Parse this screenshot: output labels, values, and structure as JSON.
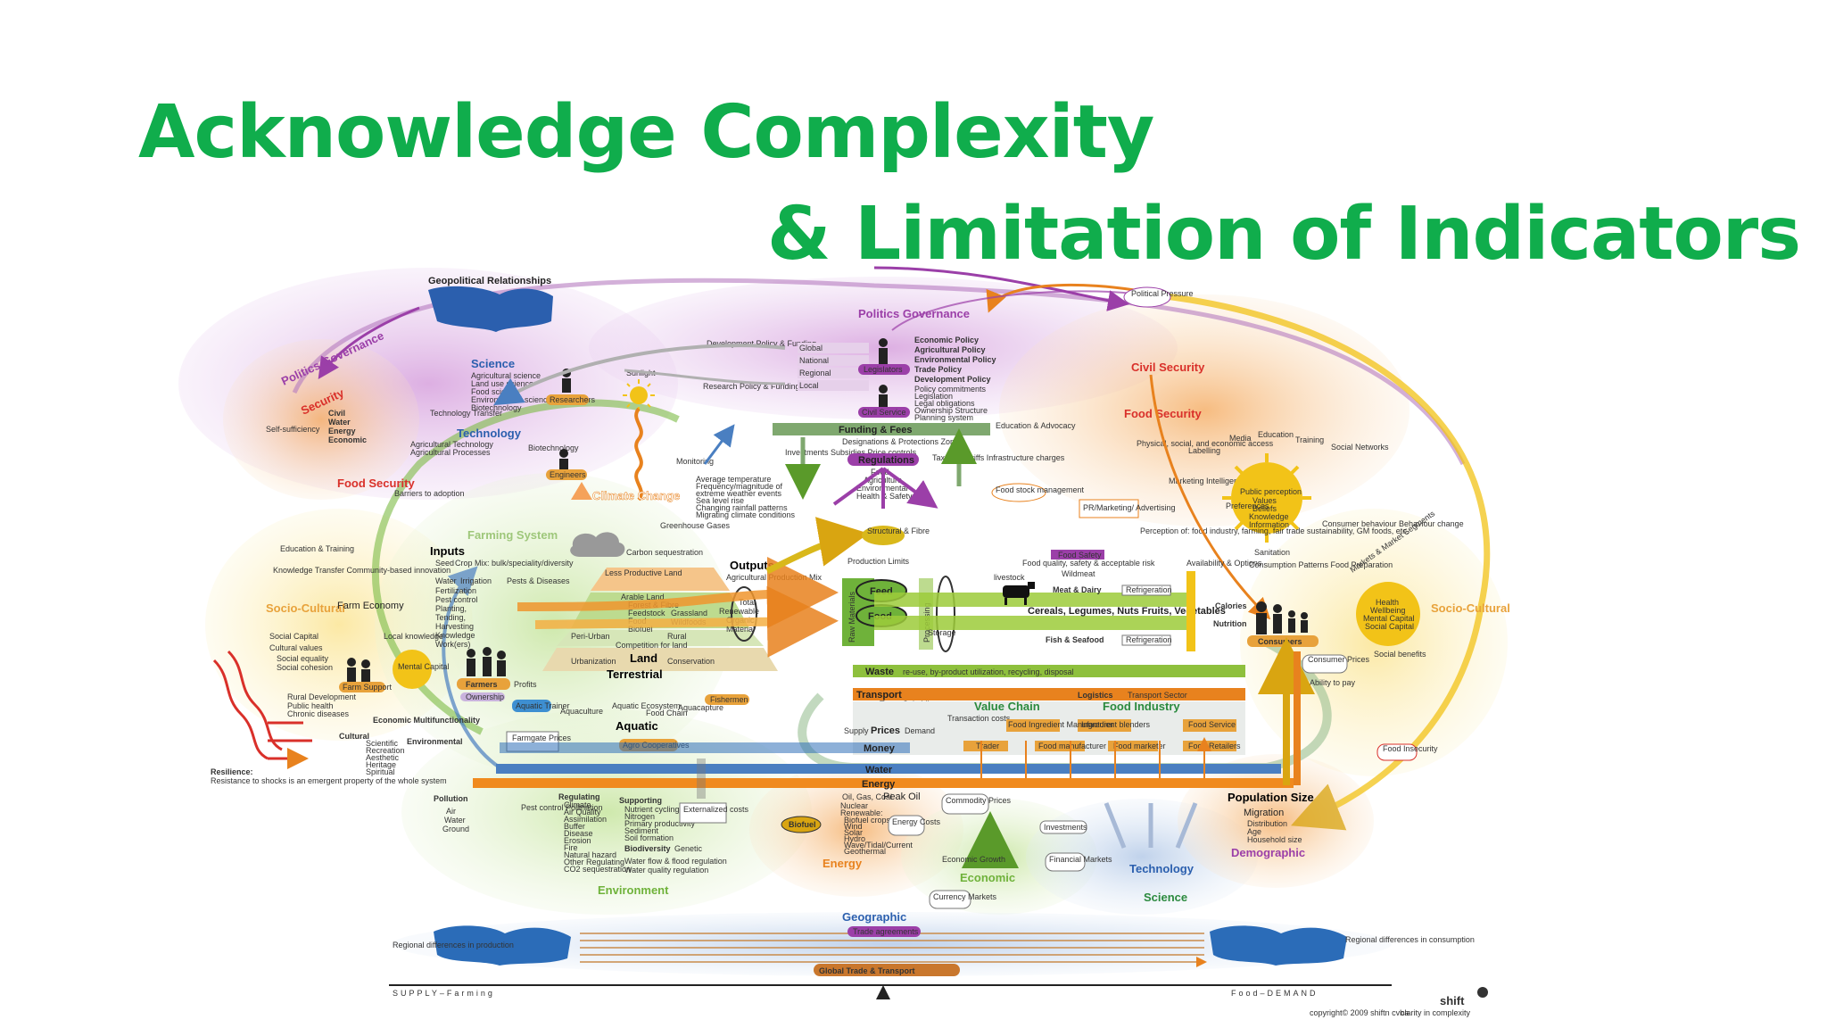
{
  "title": {
    "line1": "Acknowledge Complexity",
    "line2": "& Limitation of Indicators"
  },
  "colors": {
    "title_green": "#10ad4c",
    "purple": "#9b3fa8",
    "orange": "#e8821e",
    "green": "#6fb23a",
    "blue": "#4a7fc1",
    "yellow": "#f2c318",
    "red": "#d9302a"
  },
  "diagram": {
    "geopolitical": "Geopolitical Relationships",
    "politics_governance_left": "Politics Governance",
    "security": "Security",
    "self_sufficiency": "Self-sufficiency",
    "security_types": [
      "Civil",
      "Water",
      "Energy",
      "Economic"
    ],
    "food_security_left": "Food Security",
    "science": "Science",
    "science_items": [
      "Agricultural science",
      "Land use science",
      "Food science",
      "Environmental science",
      "Biotechnology"
    ],
    "researchers": "Researchers",
    "technology_transfer": "Technology Transfer",
    "technology": "Technology",
    "technology_items": [
      "Agricultural Technology",
      "Agricultural Processes",
      "Biotechnology"
    ],
    "engineers": "Engineers",
    "barriers": "Barriers to adoption",
    "sunlight": "Sunlight",
    "climate_change": "Climate Change",
    "monitoring": "Monitoring",
    "climate_items": [
      "Average temperature",
      "Frequency/magnitude of",
      "extreme weather events",
      "Sea level rise",
      "Changing rainfall patterns",
      "Migrating climate conditions"
    ],
    "greenhouse_gases": "Greenhouse Gases",
    "carbon_sequestration": "Carbon sequestration",
    "dev_policy": "Development Policy & Funding",
    "research_policy": "Research Policy & Funding",
    "politics_governance_top": "Politics Governance",
    "gov_levels": [
      "Global",
      "National",
      "Regional",
      "Local"
    ],
    "legislators": "Legislators",
    "civil_service": "Civil Service",
    "policies": [
      "Economic Policy",
      "Agricultural Policy",
      "Environmental Policy",
      "Trade Policy",
      "Development Policy"
    ],
    "policy_items": [
      "Policy commitments",
      "Legislation",
      "Legal obligations",
      "Ownership Structure",
      "Planning system"
    ],
    "funding_fees": "Funding & Fees",
    "investments": "Investments Subsidies Price controls",
    "designations": "Designations & Protections Zoning",
    "regulations": "Regulations",
    "regulation_items": [
      "Food",
      "Agriculture",
      "Environmental",
      "Health & Safety"
    ],
    "taxes": "Taxes & Tariffs Infrastructure charges",
    "education_advocacy": "Education & Advocacy",
    "political_pressure": "Political Pressure",
    "civil_security": "Civil Security",
    "food_security_right": "Food Security",
    "food_security_items": "Physical, social, and economic access",
    "labelling": "Labelling",
    "media": "Media",
    "education": "Education",
    "training": "Training",
    "social_networks": "Social Networks",
    "marketing": "Marketing Intelligence",
    "public_perception": [
      "Public perception",
      "Values",
      "Beliefs",
      "Knowledge",
      "Information"
    ],
    "preferences": "Preferences",
    "pr_marketing": "PR/Marketing/ Advertising",
    "consumer_behaviour": "Consumer behaviour Behaviour change",
    "perception": "Perception of: food industry, farming, fair trade sustainability, GM foods, etc.",
    "markets_segments": "Markets & Market Segments",
    "food_stock": "Food stock management",
    "education_training": "Education & Training",
    "knowledge_transfer": "Knowledge Transfer Community-based innovation",
    "socio_cultural_left": "Socio-Cultural",
    "social_capital": "Social Capital",
    "cultural_values": "Cultural values",
    "social_equality": "Social equality",
    "social_cohesion": "Social cohesion",
    "farm_economy": "Farm Economy",
    "farming_system": "Farming System",
    "inputs": "Inputs",
    "input_items": [
      "Seed",
      "Crop Mix: bulk/speciality/diversity",
      "Water",
      "Irrigation",
      "Pests & Diseases",
      "Fertilization",
      "Pest control",
      "Planting,",
      "Tending,",
      "Harvesting",
      "Knowledge",
      "Work(ers)"
    ],
    "local_knowledge": "Local knowledge",
    "mental_capital": "Mental Capital",
    "farm_support": "Farm Support",
    "farmers": "Farmers",
    "ownership": "Ownership",
    "profits": "Profits",
    "land_levels": [
      "Less Productive Land",
      "Arable Land",
      "Forest & Fibre",
      "Feedstock",
      "Food",
      "Biofuel",
      "Grassland",
      "Wildfoods",
      "Peri-Urban",
      "Rural",
      "Competition for land",
      "Urbanization",
      "Conservation"
    ],
    "land": "Land",
    "terrestrial": "Terrestrial",
    "outputs": "Outputs",
    "output_items": [
      "Agricultural Production Mix",
      "Total",
      "Renewable",
      "Organic",
      "Material"
    ],
    "aquatic_trainer": "Aquatic Trainer",
    "fishermen": "Fishermen",
    "aquatic_items": [
      "Aquaculture",
      "Aquatic Ecosystem",
      "Food Chain",
      "Aquacapture"
    ],
    "aquatic": "Aquatic",
    "agro_cooperatives": "Agro Cooperatives",
    "farmgate_prices": "Farmgate Prices",
    "structural_fibre": "Structural & Fibre",
    "production_limits": "Production Limits",
    "raw_materials": "Raw Materials",
    "feed": "Feed",
    "food": "Food",
    "processing": "Processing",
    "livestock": "livestock",
    "storage": "Storage",
    "food_safety": "Food Safety",
    "food_safety_desc": "Food quality, safety & acceptable risk",
    "wildmeat": "Wildmeat",
    "meat_dairy": "Meat & Dairy",
    "refrigeration": "Refrigeration",
    "cereals": "Cereals, Legumes, Nuts Fruits, Vegetables",
    "fish_seafood": "Fish & Seafood",
    "availability": "Availability & Options",
    "calories": "Calories",
    "nutrition": "Nutrition",
    "sanitation": "Sanitation",
    "consumption": "Consumption Patterns Food Preparation",
    "consumers": "Consumers",
    "consumer_prices": "Consumer Prices",
    "ability_to_pay": "Ability to pay",
    "socio_cultural_right": "Socio-Cultural",
    "health_items": [
      "Health",
      "Wellbeing",
      "Mental Capital",
      "Social Capital"
    ],
    "social_benefits": "Social benefits",
    "food_insecurity": "Food Insecurity",
    "waste": "Waste",
    "waste_desc": "re-use, by-product utilization, recycling, disposal",
    "transport": "Transport",
    "logistics": "Logistics",
    "transport_sector": "Transport Sector",
    "taxes_small": "Taxes Subsidies etc.",
    "value_chain": "Value Chain",
    "food_industry": "Food Industry",
    "supply": "Supply",
    "prices": "Prices",
    "demand": "Demand",
    "transaction_costs": "Transaction costs",
    "chain_actors": [
      "Food Ingredient Manufacturer",
      "Ingredient blenders",
      "Food Service",
      "Trader",
      "Food manufacturer",
      "Food marketer",
      "Food Retailers"
    ],
    "money": "Money",
    "water": "Water",
    "energy_bar": "Energy",
    "rural_development": "Rural Development",
    "public_health": "Public health",
    "chronic_diseases": "Chronic diseases",
    "multifunctionality": "Economic Multifunctionality",
    "cultural": "Cultural",
    "cultural_items": [
      "Scientific",
      "Recreation",
      "Aesthetic",
      "Heritage",
      "Spiritual"
    ],
    "environmental": "Environmental",
    "resilience_title": "Resilience:",
    "resilience_desc": "Resistance to shocks is an emergent property of the whole system",
    "pollution": "Pollution",
    "pollution_items": [
      "Air",
      "Water",
      "Ground"
    ],
    "pest_control_pollination": "Pest control Pollination",
    "regulating": "Regulating",
    "regulating_items": [
      "Climate",
      "Air Quality",
      "Assimilation",
      "Buffer",
      "Disease",
      "Erosion",
      "Fire",
      "Natural hazard",
      "Other Regulating",
      "CO2 sequestration"
    ],
    "supporting": "Supporting",
    "supporting_items": [
      "Nutrient cycling",
      "Nitrogen",
      "Primary productivity",
      "Sediment",
      "Soil formation"
    ],
    "biodiversity": "Biodiversity",
    "genetic": "Genetic",
    "water_flow": "Water flow & flood regulation",
    "water_quality": "Water quality regulation",
    "externalized_costs": "Externalized costs",
    "environment": "Environment",
    "biofuel": "Biofuel",
    "oil_gas": "Oil, Gas, Coal",
    "peak_oil": "Peak Oil",
    "energy_sources": [
      "Nuclear",
      "Renewable:",
      "Biofuel crops",
      "Wind",
      "Solar",
      "Hydro",
      "Wave/Tidal/Current",
      "Geothermal"
    ],
    "energy_costs": "Energy Costs",
    "energy": "Energy",
    "commodity_prices": "Commodity Prices",
    "economic_growth": "Economic Growth",
    "economic": "Economic",
    "currency_markets": "Currency Markets",
    "investments_small": "Investments",
    "financial_markets": "Financial Markets",
    "technology_bottom": "Technology",
    "science_bottom": "Science",
    "population_size": "Population Size",
    "migration": "Migration",
    "demographic_items": [
      "Distribution",
      "Age",
      "Household size"
    ],
    "demographic": "Demographic",
    "geographic": "Geographic",
    "trade_agreements": "Trade agreements",
    "global_trade": "Global Trade & Transport",
    "regional_production": "Regional differences in production",
    "regional_consumption": "Regional differences in consumption",
    "supply_farming": "SUPPLY–Farming",
    "food_demand": "Food–DEMAND",
    "brand": "shift",
    "brand_tagline": "clarity in complexity",
    "copyright": "copyright© 2009 shiftn cvba"
  }
}
